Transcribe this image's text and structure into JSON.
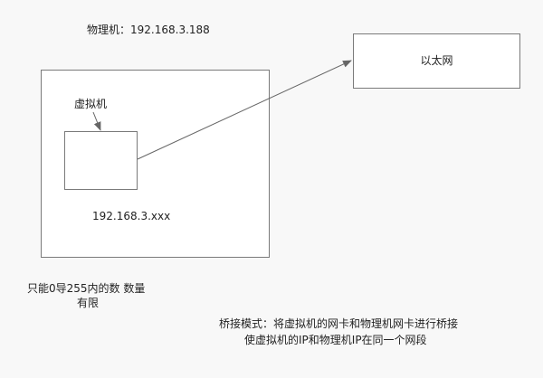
{
  "physical_machine": {
    "title": "物理机：192.168.3.188"
  },
  "virtual_machine": {
    "label": "虚拟机",
    "ip": "192.168.3.xxx"
  },
  "ethernet": {
    "label": "以太网"
  },
  "notes": {
    "range_line1": "只能0导255内的数  数量",
    "range_line2": "有限",
    "bridge_line1": "桥接模式：将虚拟机的网卡和物理机网卡进行桥接",
    "bridge_line2": "使虚拟机的IP和物理机IP在同一个网段"
  },
  "colors": {
    "background": "#f8f8f8",
    "box_border": "#7a7a7a",
    "arrow": "#666666"
  }
}
